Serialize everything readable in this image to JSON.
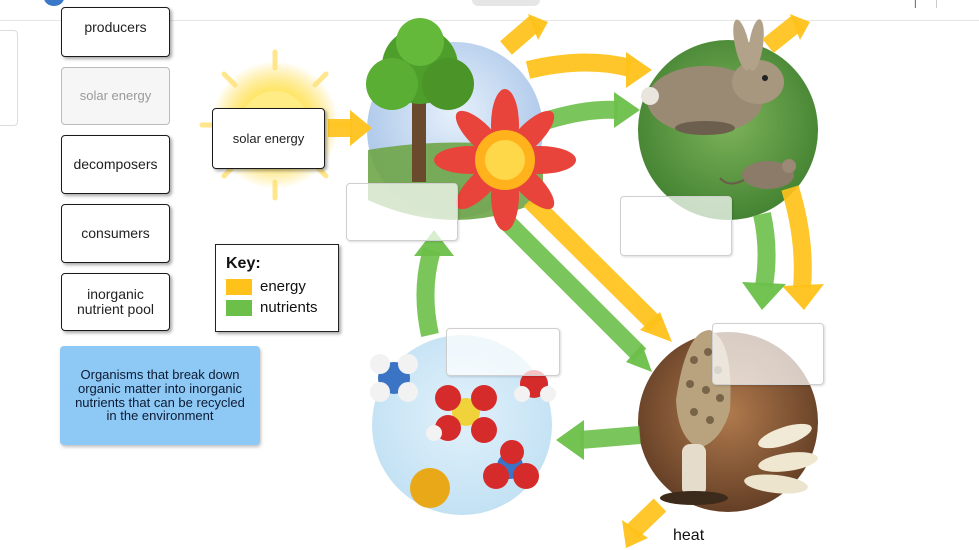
{
  "tiles": {
    "producers": "producers",
    "solar_energy_used": "solar energy",
    "decomposers": "decomposers",
    "consumers": "consumers",
    "inorganic_nutrient_pool": "inorganic nutrient pool"
  },
  "placed": {
    "solar_energy": "solar energy"
  },
  "hint": "Organisms that break down organic matter into inorganic nutrients that can be recycled in the environment",
  "key": {
    "title": "Key:",
    "items": [
      {
        "label": "energy",
        "color": "#ffc21a"
      },
      {
        "label": "nutrients",
        "color": "#6cc04a"
      }
    ]
  },
  "diagram": {
    "heat_label": "heat",
    "energy_color": "#ffc21a",
    "nutrient_color": "#6cc04a"
  }
}
